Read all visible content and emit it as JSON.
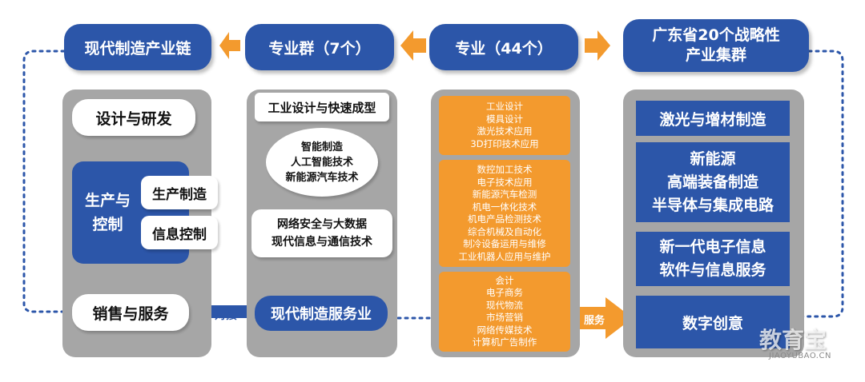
{
  "headers": {
    "chain": "现代制造产业链",
    "groups": "专业群（7个）",
    "majors": "专业（44个）",
    "clusters": [
      "广东省20个战略性",
      "产业集群"
    ]
  },
  "chain": {
    "design": "设计与研发",
    "production": [
      "生产与",
      "控制"
    ],
    "manufacturing": "生产制造",
    "info_control": "信息控制",
    "sales": "销售与服务"
  },
  "groups": {
    "g1": "工业设计与快速成型",
    "g2": [
      "智能制造",
      "人工智能技术",
      "新能源汽车技术"
    ],
    "g3": [
      "网络安全与大数据",
      "现代信息与通信技术"
    ],
    "g4": "现代制造服务业"
  },
  "majors": {
    "box1": [
      "工业设计",
      "模具设计",
      "激光技术应用",
      "3D打印技术应用"
    ],
    "box2": [
      "数控加工技术",
      "电子技术应用",
      "新能源汽车检测",
      "机电一体化技术",
      "机电产品检测技术",
      "综合机械及自动化",
      "制冷设备运用与维修",
      "工业机器人应用与维护"
    ],
    "box3": [
      "会计",
      "电子商务",
      "现代物流",
      "市场营销",
      "网络传媒技术",
      "计算机广告制作"
    ]
  },
  "clusters": {
    "c1": "激光与增材制造",
    "c2": [
      "新能源",
      "高端装备制造",
      "半导体与集成电路"
    ],
    "c3": [
      "新一代电子信息",
      "软件与信息服务"
    ],
    "c4": "数字创意"
  },
  "connectors": {
    "duijie": "对接",
    "fuwu": "服务"
  },
  "watermark": {
    "logo": "教育宝",
    "url": "JIAOYUBAO.CN"
  },
  "colors": {
    "blue": "#2c56a9",
    "orange": "#f39a2e",
    "gray": "#a6a6a6"
  }
}
